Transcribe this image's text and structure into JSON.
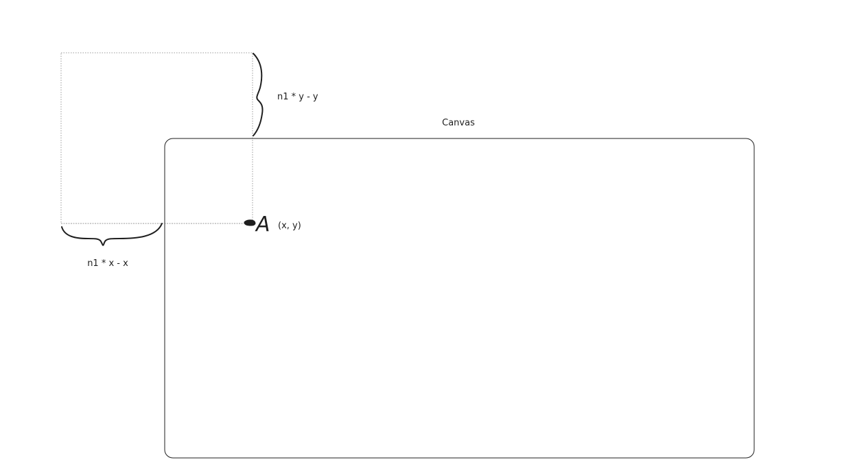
{
  "diagram": {
    "canvas_label": "Canvas",
    "y_offset_label": "n1 * y - y",
    "x_offset_label": "n1 * x - x",
    "point_letter": "A",
    "point_coords": "(x, y)",
    "colors": {
      "stroke": "#1e1e1e",
      "guide": "#9a9a9a",
      "background": "#ffffff"
    }
  }
}
